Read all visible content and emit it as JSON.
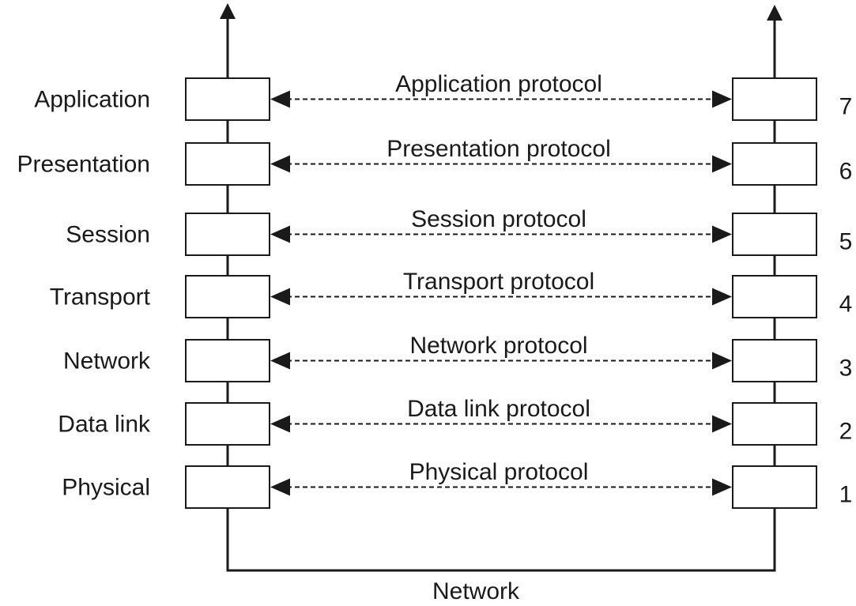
{
  "layers": [
    {
      "number": "7",
      "name": "Application",
      "protocol": "Application protocol"
    },
    {
      "number": "6",
      "name": "Presentation",
      "protocol": "Presentation protocol"
    },
    {
      "number": "5",
      "name": "Session",
      "protocol": "Session protocol"
    },
    {
      "number": "4",
      "name": "Transport",
      "protocol": "Transport protocol"
    },
    {
      "number": "3",
      "name": "Network",
      "protocol": "Network protocol"
    },
    {
      "number": "2",
      "name": "Data link",
      "protocol": "Data link protocol"
    },
    {
      "number": "1",
      "name": "Physical",
      "protocol": "Physical protocol"
    }
  ],
  "network_label": "Network"
}
